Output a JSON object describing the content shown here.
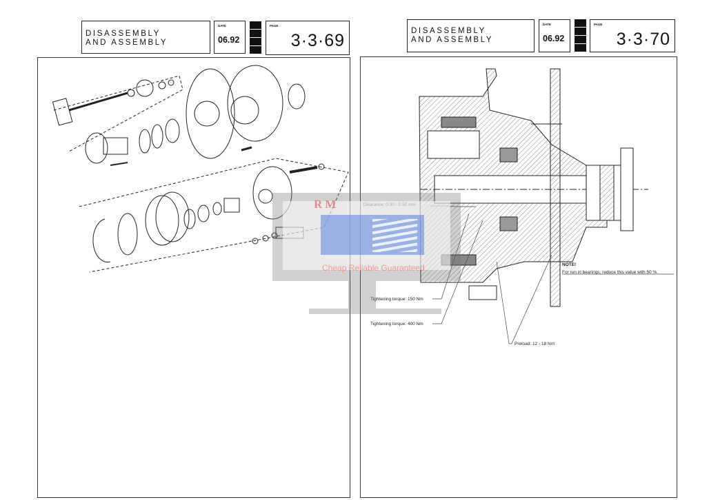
{
  "left_page": {
    "title_line1": "DISASSEMBLY",
    "title_line2": "AND ASSEMBLY",
    "date_label": "DATE",
    "date": "06.92",
    "page_label": "PAGE",
    "page_number": "3·3·69"
  },
  "right_page": {
    "title_line1": "DISASSEMBLY",
    "title_line2": "AND ASSEMBLY",
    "date_label": "DATE",
    "date": "06.92",
    "page_label": "PAGE",
    "page_number": "3·3·70",
    "annotations": {
      "clearance": "Clearance: 0.30 - 0.50 mm",
      "torque_150": "Tightening torque: 150 Nm",
      "torque_400": "Tightening torque: 400 Nm",
      "preload": "Preload: 12 - 18 Nm",
      "note_heading": "NOTE!",
      "note_text": "For run in bearings, reduce this value with 50 %."
    }
  },
  "watermark": {
    "logo_letters": "RM",
    "tagline": "Cheap Reliable Guaranteed"
  }
}
